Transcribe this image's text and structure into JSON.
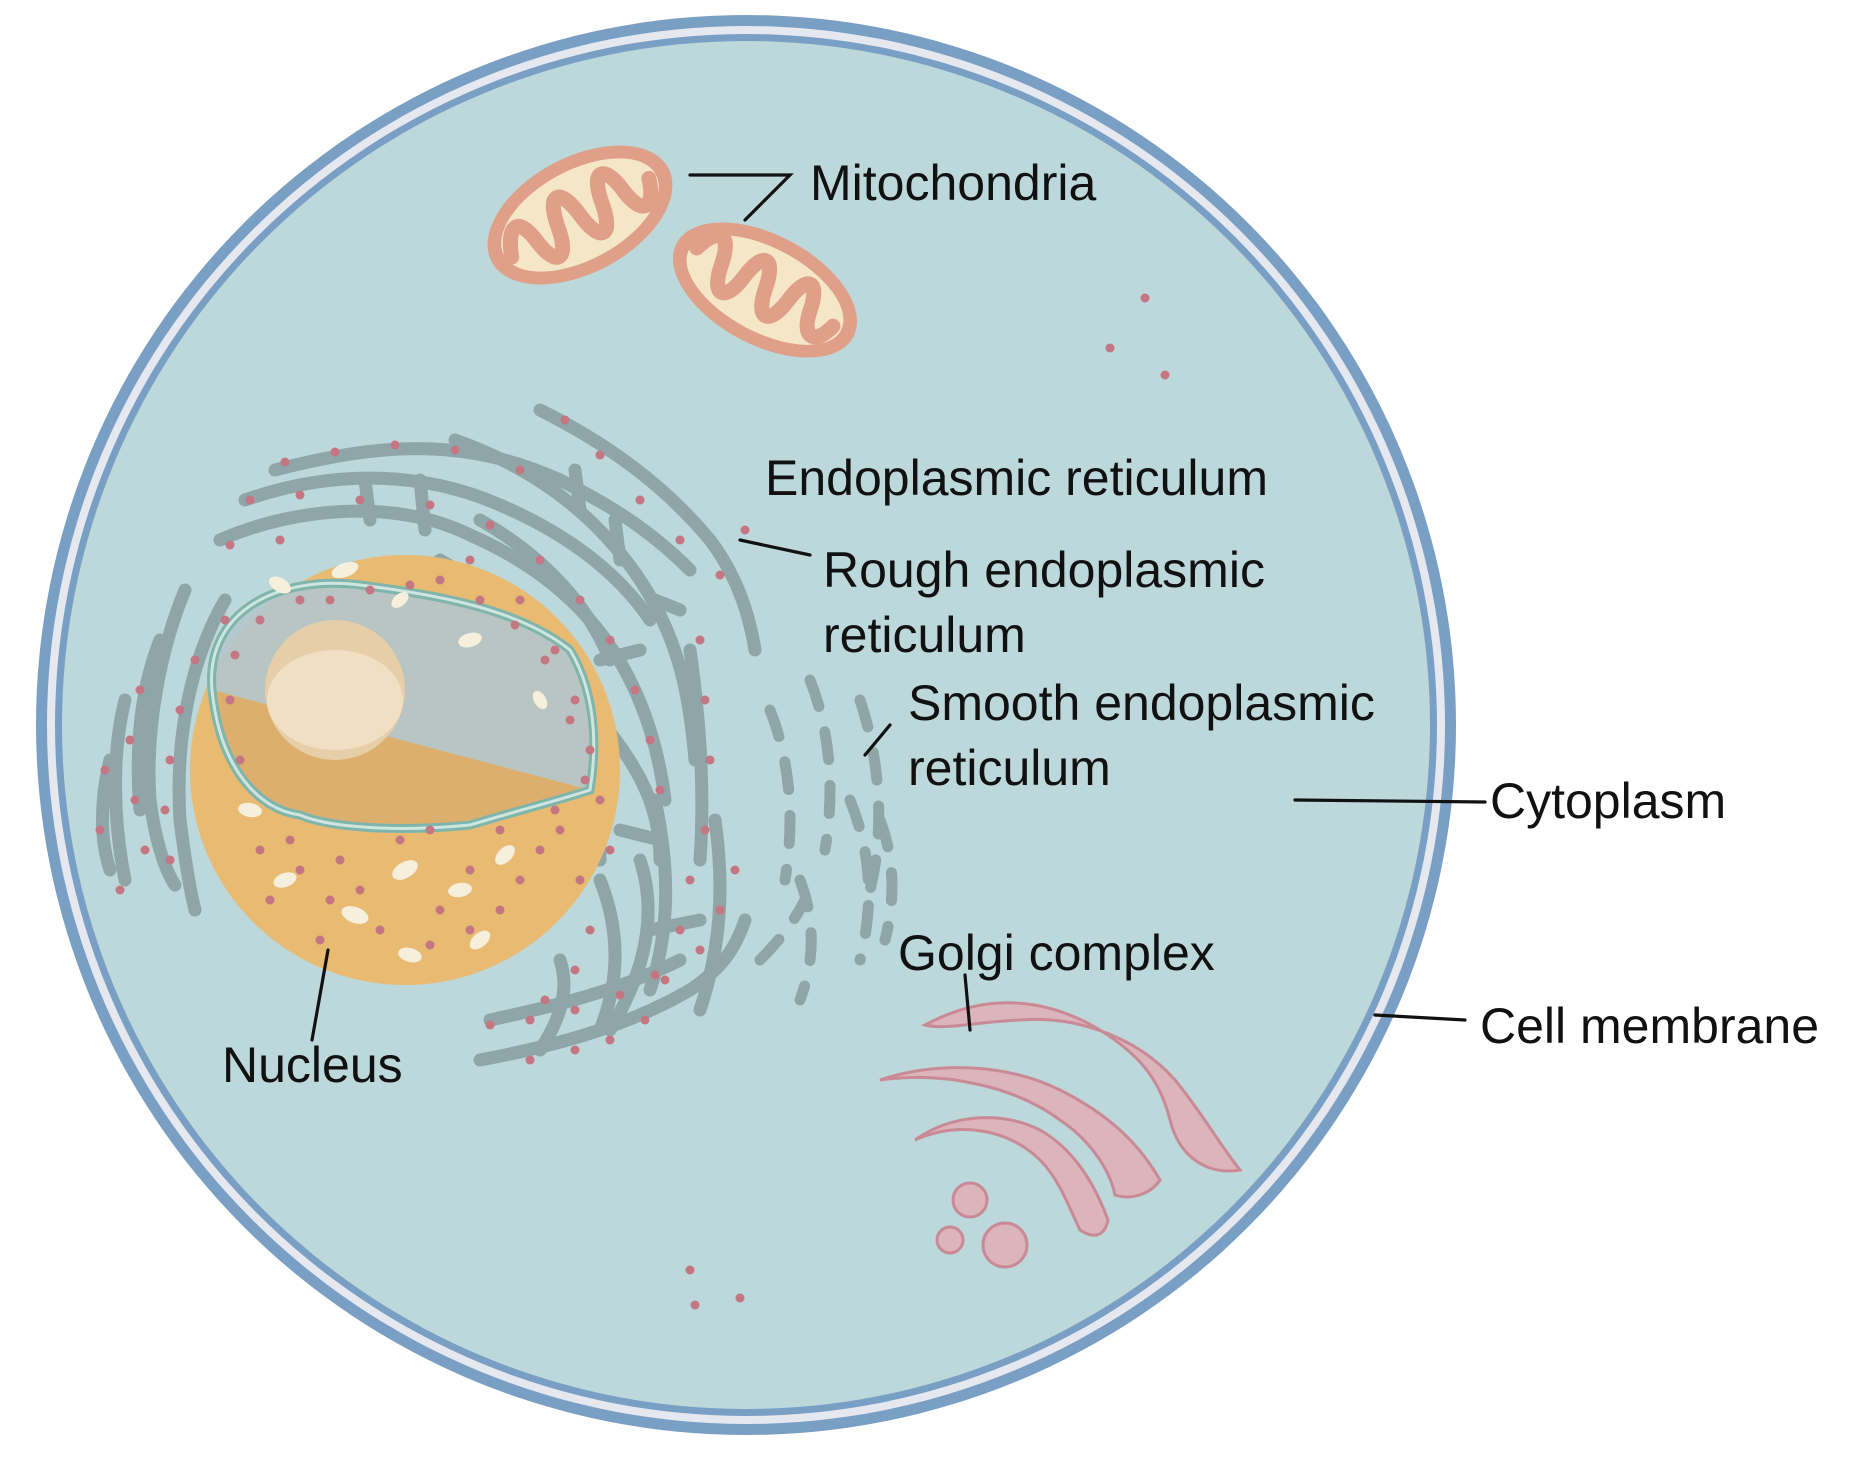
{
  "labels": {
    "mitochondria": "Mitochondria",
    "er": "Endoplasmic reticulum",
    "rough_er_line1": "Rough endoplasmic",
    "rough_er_line2": "reticulum",
    "smooth_er_line1": "Smooth endoplasmic",
    "smooth_er_line2": "reticulum",
    "cytoplasm": "Cytoplasm",
    "golgi": "Golgi complex",
    "cell_membrane": "Cell membrane",
    "nucleus": "Nucleus"
  },
  "colors": {
    "cytoplasm": "#bcd8da",
    "membrane_outer": "#7a9fc4",
    "membrane_inner": "#e6e8f0",
    "mito_outer": "#df9f88",
    "mito_inner": "#f6e6c8",
    "er": "#8fa6a8",
    "ribosome": "#c47683",
    "nucleus": "#e8ba72",
    "nucleolus": "#e6cfa8",
    "golgi": "#dcb4bb",
    "golgi_edge": "#c98a96"
  }
}
